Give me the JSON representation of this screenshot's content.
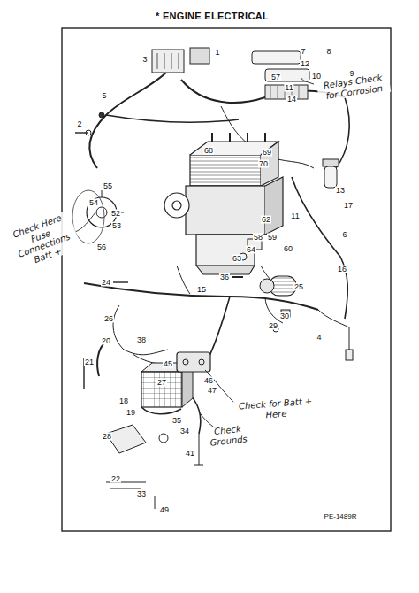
{
  "diagram": {
    "title": "* ENGINE ELECTRICAL",
    "labels": [
      "1",
      "3",
      "7",
      "8",
      "12",
      "9",
      "10",
      "57",
      "11",
      "14",
      "5",
      "2",
      "68",
      "69",
      "70",
      "13",
      "17",
      "11",
      "6",
      "16",
      "55",
      "54",
      "52",
      "53",
      "56",
      "62",
      "58",
      "59",
      "64",
      "63",
      "60",
      "36",
      "25",
      "24",
      "15",
      "30",
      "29",
      "4",
      "26",
      "20",
      "38",
      "21",
      "45",
      "27",
      "46",
      "47",
      "18",
      "19",
      "35",
      "34",
      "41",
      "28",
      "22",
      "33",
      "49",
      "PE-1489R",
      "Relays Check for Corrosion",
      "Check Here Fuse Connections Batt +",
      "Check for Batt + Here",
      "Check Grounds"
    ]
  }
}
